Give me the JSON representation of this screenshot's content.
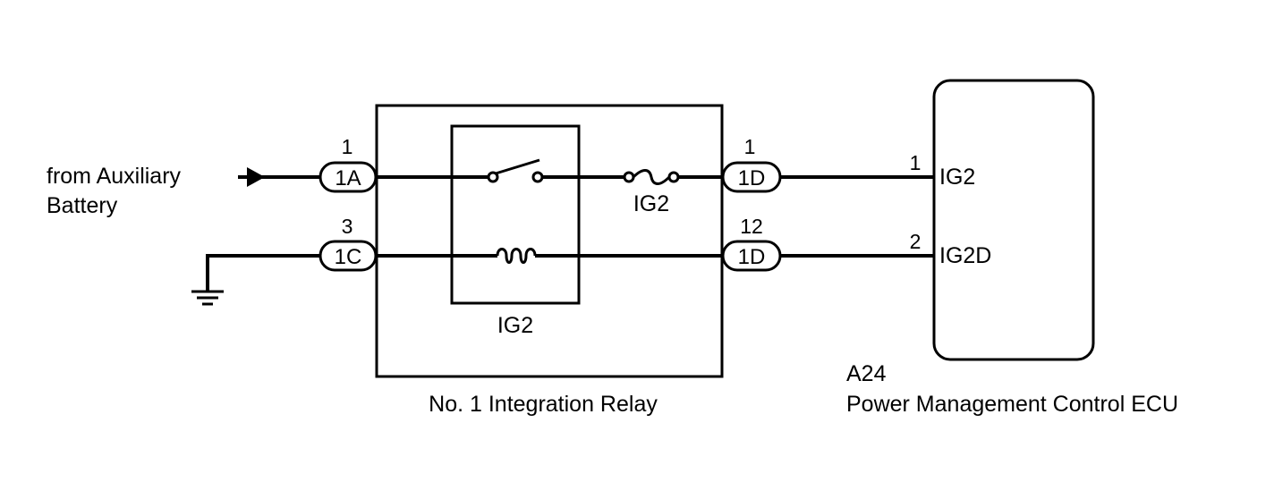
{
  "source": {
    "line1": "from Auxiliary",
    "line2": "Battery"
  },
  "relay": {
    "name": "No. 1 Integration Relay",
    "inner_label": "IG2",
    "fuse_label": "IG2",
    "connectors": {
      "in_top": {
        "pin": "1",
        "code": "1A"
      },
      "in_bottom": {
        "pin": "3",
        "code": "1C"
      },
      "out_top": {
        "pin": "1",
        "code": "1D"
      },
      "out_bottom": {
        "pin": "12",
        "code": "1D"
      }
    }
  },
  "ecu": {
    "code": "A24",
    "name": "Power Management Control ECU",
    "terminals": [
      {
        "pin": "1",
        "name": "IG2"
      },
      {
        "pin": "2",
        "name": "IG2D"
      }
    ]
  }
}
